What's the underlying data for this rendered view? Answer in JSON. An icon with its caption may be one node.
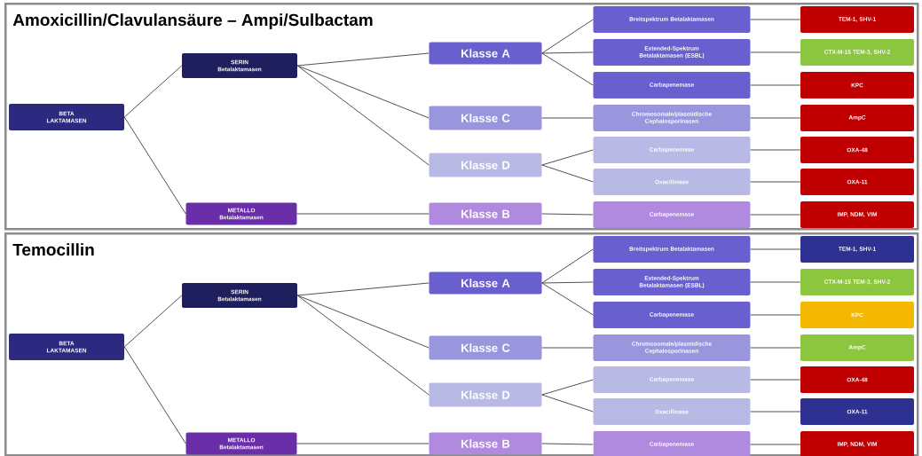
{
  "diagram": {
    "nodes": [
      {
        "text": [
          "Amoxicillin/Clavulansäure – Ampi/Sulbactam"
        ]
      },
      {
        "text": [
          "BETA LAKTAMASEN"
        ],
        "in": 0
      },
      {
        "text": [
          "SERIN Betalaktamasen"
        ],
        "in": 0
      },
      {
        "text": [
          "METALLO Betalaktamasen"
        ],
        "in": 0
      },
      {
        "text": [
          "Klasse A"
        ],
        "in": 0
      },
      {
        "text": [
          "Klasse C"
        ],
        "in": 0
      },
      {
        "text": [
          "Klasse D"
        ],
        "in": 0
      },
      {
        "text": [
          "Klasse B"
        ],
        "in": 0
      },
      {
        "text": [
          "Breitspektrum Betalaktamasen"
        ],
        "in": 0
      },
      {
        "text": [
          "Extended-Spektrum Betalaktamasen (ESBL)"
        ],
        "in": 0
      },
      {
        "text": [
          "Carbapenemase"
        ],
        "in": 0
      },
      {
        "text": [
          "Chromosomale/plasmidische Cephalosporinasen"
        ],
        "in": 0
      },
      {
        "text": [
          "Carbapenemase"
        ],
        "in": 0
      },
      {
        "text": [
          "Oxacillinase"
        ],
        "in": 0
      },
      {
        "text": [
          "Carbapenemase"
        ],
        "in": 0
      },
      {
        "text": [
          "TEM-1, SHV-1"
        ],
        "in": 0
      },
      {
        "text": [
          "CTX-M-15 TEM-3, SHV-2"
        ],
        "in": 0
      },
      {
        "text": [
          "KPC"
        ],
        "in": 0
      },
      {
        "text": [
          "AmpC"
        ],
        "in": 0
      },
      {
        "text": [
          "OXA-48"
        ],
        "in": 0
      },
      {
        "text": [
          "OXA-11"
        ],
        "in": 0
      },
      {
        "text": [
          "IMP, NDM, VIM"
        ],
        "in": 0
      },
      {
        "text": [
          "Temocillin"
        ]
      },
      {
        "text": [
          "BETA LAKTAMASEN"
        ],
        "in": 22
      },
      {
        "text": [
          "SERIN Betalaktamasen"
        ],
        "in": 22
      },
      {
        "text": [
          "METALLO Betalaktamasen"
        ],
        "in": 22
      },
      {
        "text": [
          "Klasse A"
        ],
        "in": 22
      },
      {
        "text": [
          "Klasse C"
        ],
        "in": 22
      },
      {
        "text": [
          "Klasse D"
        ],
        "in": 22
      },
      {
        "text": [
          "Klasse B"
        ],
        "in": 22
      },
      {
        "text": [
          "Breitspektrum Betalaktamasen"
        ],
        "in": 22
      },
      {
        "text": [
          "Extended-Spektrum Betalaktamasen (ESBL)"
        ],
        "in": 22
      },
      {
        "text": [
          "Carbapenemase"
        ],
        "in": 22
      },
      {
        "text": [
          "Chromosomale/plasmidische Cephalosporinasen"
        ],
        "in": 22
      },
      {
        "text": [
          "Carbapenemase"
        ],
        "in": 22
      },
      {
        "text": [
          "Oxacillinase"
        ],
        "in": 22
      },
      {
        "text": [
          "Carbapenemase"
        ],
        "in": 22
      },
      {
        "text": [
          "TEM-1, SHV-1"
        ],
        "in": 22
      },
      {
        "text": [
          "CTX-M-15 TEM-3, SHV-2"
        ],
        "in": 22
      },
      {
        "text": [
          "KPC"
        ],
        "in": 22
      },
      {
        "text": [
          "AmpC"
        ],
        "in": 22
      },
      {
        "text": [
          "OXA-48"
        ],
        "in": 22
      },
      {
        "text": [
          "OXA-11"
        ],
        "in": 22
      },
      {
        "text": [
          "IMP, NDM, VIM"
        ],
        "in": 22
      }
    ],
    "edges": [
      {
        "from": 1,
        "to": 2,
        "arrow": "none"
      },
      {
        "from": 1,
        "to": 3,
        "arrow": "none"
      },
      {
        "from": 2,
        "to": 4,
        "arrow": "none"
      },
      {
        "from": 2,
        "to": 5,
        "arrow": "none"
      },
      {
        "from": 2,
        "to": 6,
        "arrow": "none"
      },
      {
        "from": 3,
        "to": 7,
        "arrow": "none"
      },
      {
        "from": 4,
        "to": 8,
        "arrow": "none"
      },
      {
        "from": 4,
        "to": 9,
        "arrow": "none"
      },
      {
        "from": 4,
        "to": 10,
        "arrow": "none"
      },
      {
        "from": 5,
        "to": 11,
        "arrow": "none"
      },
      {
        "from": 6,
        "to": 12,
        "arrow": "none"
      },
      {
        "from": 6,
        "to": 13,
        "arrow": "none"
      },
      {
        "from": 7,
        "to": 14,
        "arrow": "none"
      },
      {
        "from": 8,
        "to": 15,
        "arrow": "none"
      },
      {
        "from": 9,
        "to": 16,
        "arrow": "none"
      },
      {
        "from": 10,
        "to": 17,
        "arrow": "none"
      },
      {
        "from": 11,
        "to": 18,
        "arrow": "none"
      },
      {
        "from": 12,
        "to": 19,
        "arrow": "none"
      },
      {
        "from": 13,
        "to": 20,
        "arrow": "none"
      },
      {
        "from": 14,
        "to": 21,
        "arrow": "none"
      },
      {
        "from": 23,
        "to": 24,
        "arrow": "none"
      },
      {
        "from": 23,
        "to": 25,
        "arrow": "none"
      },
      {
        "from": 24,
        "to": 26,
        "arrow": "none"
      },
      {
        "from": 24,
        "to": 27,
        "arrow": "none"
      },
      {
        "from": 24,
        "to": 28,
        "arrow": "none"
      },
      {
        "from": 25,
        "to": 29,
        "arrow": "none"
      },
      {
        "from": 26,
        "to": 30,
        "arrow": "none"
      },
      {
        "from": 26,
        "to": 31,
        "arrow": "none"
      },
      {
        "from": 26,
        "to": 32,
        "arrow": "none"
      },
      {
        "from": 27,
        "to": 33,
        "arrow": "none"
      },
      {
        "from": 28,
        "to": 34,
        "arrow": "none"
      },
      {
        "from": 28,
        "to": 35,
        "arrow": "none"
      },
      {
        "from": 29,
        "to": 36,
        "arrow": "none"
      },
      {
        "from": 30,
        "to": 37,
        "arrow": "none"
      },
      {
        "from": 31,
        "to": 38,
        "arrow": "none"
      },
      {
        "from": 32,
        "to": 39,
        "arrow": "none"
      },
      {
        "from": 33,
        "to": 40,
        "arrow": "none"
      },
      {
        "from": 34,
        "to": 41,
        "arrow": "none"
      },
      {
        "from": 35,
        "to": 42,
        "arrow": "none"
      },
      {
        "from": 36,
        "to": 43,
        "arrow": "none"
      }
    ]
  }
}
